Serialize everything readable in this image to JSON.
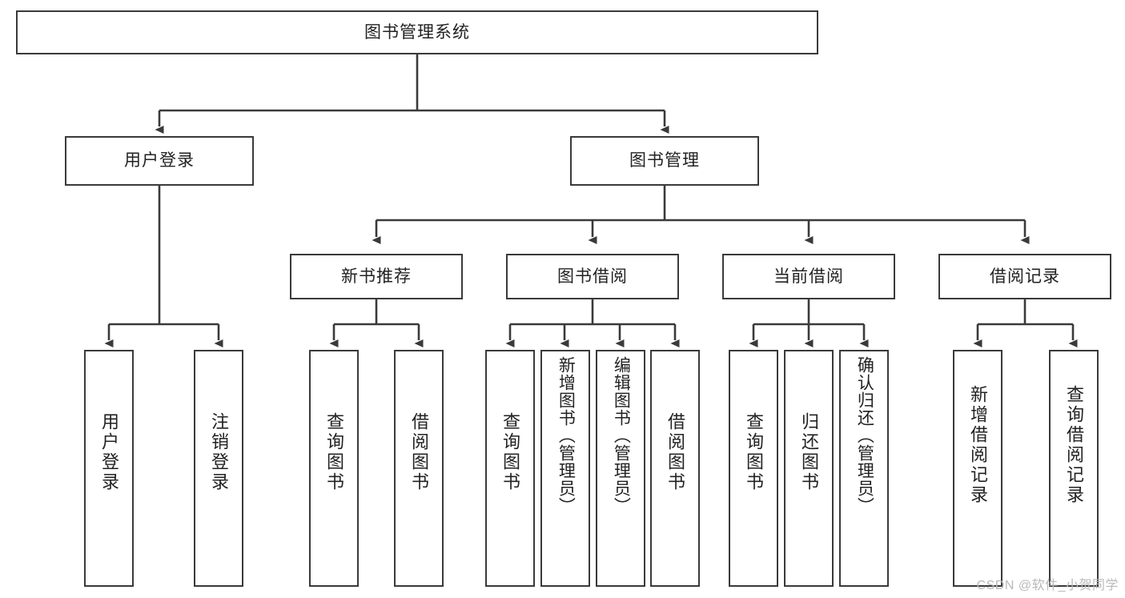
{
  "diagram": {
    "title": "图书管理系统",
    "type": "tree-hierarchy-diagram",
    "root": {
      "label": "图书管理系统"
    },
    "level2": [
      {
        "label": "用户登录"
      },
      {
        "label": "图书管理"
      }
    ],
    "level3": [
      {
        "label": "新书推荐"
      },
      {
        "label": "图书借阅"
      },
      {
        "label": "当前借阅"
      },
      {
        "label": "借阅记录"
      }
    ],
    "leaves": {
      "user_login": [
        {
          "label": "用户登录"
        },
        {
          "label": "注销登录"
        }
      ],
      "new_book_recommend": [
        {
          "label": "查询图书"
        },
        {
          "label": "借阅图书"
        }
      ],
      "book_borrow": [
        {
          "label": "查询图书"
        },
        {
          "label": "新增图书（管理员）"
        },
        {
          "label": "编辑图书（管理员）"
        },
        {
          "label": "借阅图书"
        }
      ],
      "current_borrow": [
        {
          "label": "查询图书"
        },
        {
          "label": "归还图书"
        },
        {
          "label": "确认归还（管理员）"
        }
      ],
      "borrow_record": [
        {
          "label": "新增借阅记录"
        },
        {
          "label": "查询借阅记录"
        }
      ]
    }
  },
  "watermark": {
    "text": "CSDN @软件_小贺同学"
  },
  "colors": {
    "stroke": "#3a3a3a",
    "fill": "#ffffff",
    "text": "#222222",
    "watermark": "#b9b9b9"
  }
}
